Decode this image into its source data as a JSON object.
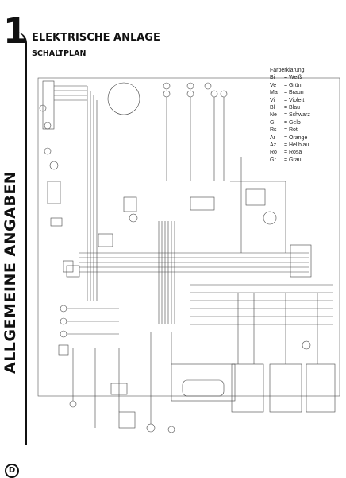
{
  "chapter": {
    "number": "1",
    "side_title": "ALLGEMEINE ANGABEN"
  },
  "header": {
    "title": "ELEKTRISCHE ANLAGE",
    "subtitle": "SCHALTPLAN"
  },
  "legend": {
    "title": "Farberklärung",
    "items": [
      {
        "code": "Bi",
        "name": "Weiß"
      },
      {
        "code": "Ve",
        "name": "Grün"
      },
      {
        "code": "Ma",
        "name": "Braun"
      },
      {
        "code": "Vi",
        "name": "Violett"
      },
      {
        "code": "Bl",
        "name": "Blau"
      },
      {
        "code": "Ne",
        "name": "Schwarz"
      },
      {
        "code": "Gi",
        "name": "Gelb"
      },
      {
        "code": "Rs",
        "name": "Rot"
      },
      {
        "code": "Ar",
        "name": "Orange"
      },
      {
        "code": "Az",
        "name": "Hellblau"
      },
      {
        "code": "Ro",
        "name": "Rosa"
      },
      {
        "code": "Gr",
        "name": "Grau"
      }
    ]
  },
  "footer": {
    "logo_letter": "D"
  }
}
